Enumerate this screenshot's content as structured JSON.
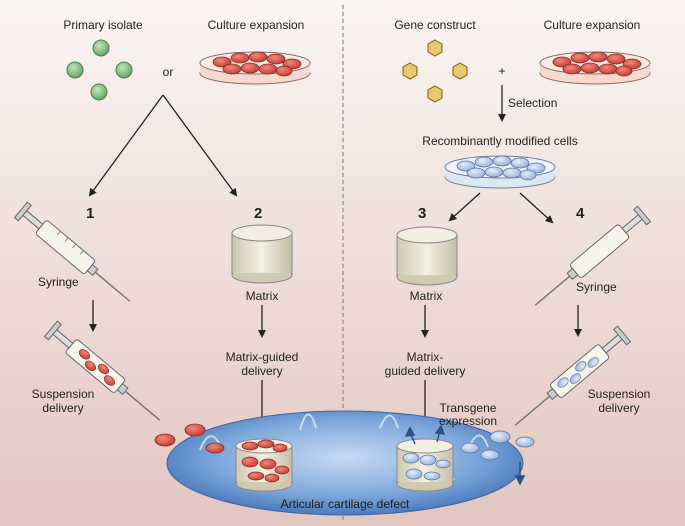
{
  "left": {
    "primary_isolate": "Primary isolate",
    "or": "or",
    "culture_expansion": "Culture expansion",
    "step1": "1",
    "step2": "2",
    "syringe": "Syringe",
    "matrix": "Matrix",
    "matrix_guided": "Matrix-guided",
    "delivery": "delivery",
    "suspension": "Suspension",
    "suspension_delivery": "delivery"
  },
  "right": {
    "gene_construct": "Gene construct",
    "plus": "+",
    "culture_expansion": "Culture expansion",
    "selection": "Selection",
    "recombinant": "Recombinantly modified cells",
    "step3": "3",
    "step4": "4",
    "matrix": "Matrix",
    "syringe": "Syringe",
    "matrix_guided": "Matrix-",
    "guided_delivery": "guided delivery",
    "transgene": "Transgene",
    "expression": "expression",
    "suspension": "Suspension",
    "suspension_delivery": "delivery"
  },
  "bottom": {
    "defect": "Articular cartilage defect"
  },
  "colors": {
    "red_cell": "#d9574a",
    "blue_cell": "#b4c9ea",
    "green_cell": "#8fc48f",
    "defect_blue": "#4f86c6"
  }
}
